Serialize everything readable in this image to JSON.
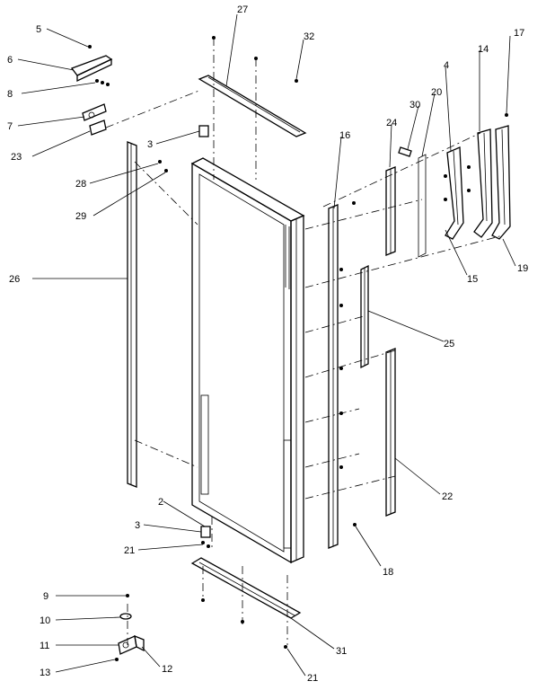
{
  "callouts": {
    "c2": "2",
    "c3a": "3",
    "c3b": "3",
    "c4": "4",
    "c5": "5",
    "c6": "6",
    "c7": "7",
    "c8": "8",
    "c9": "9",
    "c10": "10",
    "c11": "11",
    "c12": "12",
    "c13": "13",
    "c14": "14",
    "c15": "15",
    "c16": "16",
    "c17": "17",
    "c18": "18",
    "c19": "19",
    "c20": "20",
    "c21a": "21",
    "c21b": "21",
    "c22": "22",
    "c23": "23",
    "c24": "24",
    "c25": "25",
    "c26": "26",
    "c27": "27",
    "c28": "28",
    "c29": "29",
    "c30": "30",
    "c31": "31",
    "c32": "32"
  }
}
